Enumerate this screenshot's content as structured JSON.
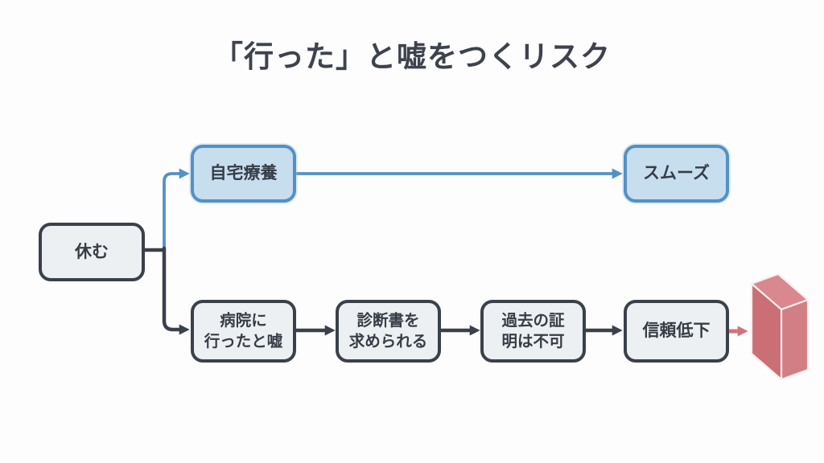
{
  "title": "「行った」と嘘をつくリスク",
  "diagram": {
    "nodes": {
      "rest": {
        "label": "休む"
      },
      "home_care": {
        "label": "自宅療養"
      },
      "smooth": {
        "label": "スムーズ"
      },
      "hospital_lie": {
        "lines": [
          "病院に",
          "行ったと嘘"
        ]
      },
      "certificate": {
        "lines": [
          "診断書を",
          "求められる"
        ]
      },
      "past_proof": {
        "lines": [
          "過去の証",
          "明は不可"
        ]
      },
      "trust_down": {
        "label": "信頼低下"
      }
    },
    "edges": [
      {
        "from": "rest",
        "to": "home_care",
        "color_key": "blue"
      },
      {
        "from": "home_care",
        "to": "smooth",
        "color_key": "blue"
      },
      {
        "from": "rest",
        "to": "hospital_lie",
        "color_key": "dark"
      },
      {
        "from": "hospital_lie",
        "to": "certificate",
        "color_key": "dark"
      },
      {
        "from": "certificate",
        "to": "past_proof",
        "color_key": "dark"
      },
      {
        "from": "past_proof",
        "to": "trust_down",
        "color_key": "dark"
      },
      {
        "from": "trust_down",
        "to": "barrier-wall",
        "color_key": "red"
      }
    ],
    "icons": {
      "barrier": "red-wall-3d-icon"
    },
    "colors": {
      "dark": "#3a414b",
      "blue": "#5491c4",
      "blue_fill": "#c7deef",
      "gray_fill": "#edf0f2",
      "red": "#d0747c",
      "wall_front": "#cb6f77",
      "wall_top": "#d8888e",
      "wall_side": "#d17e85",
      "text": "#363d47",
      "background": "#fdfdfd"
    }
  }
}
